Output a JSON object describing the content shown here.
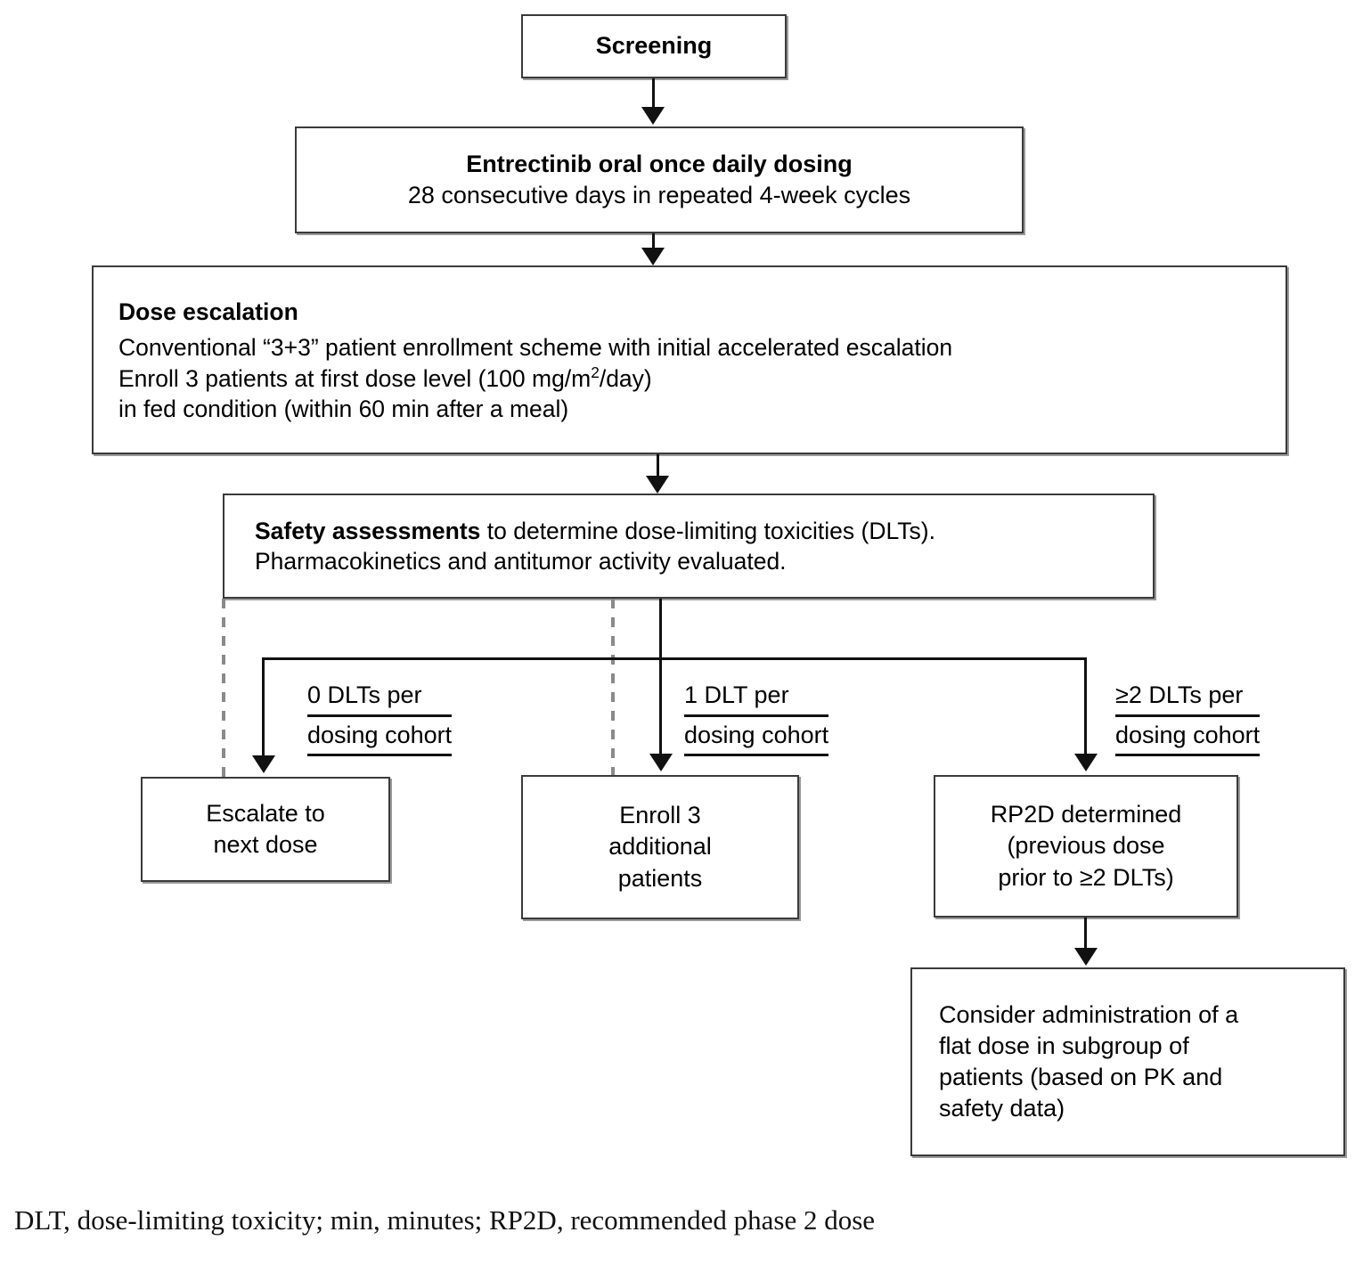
{
  "figure": {
    "type": "flowchart",
    "title": "Entrectinib phase 1 dose escalation study schema"
  },
  "boxes": {
    "screening": {
      "title": "Screening"
    },
    "dosing": {
      "line1": "Entrectinib oral once daily dosing",
      "line2": "28 consecutive days in repeated 4-week cycles"
    },
    "escalation": {
      "header": "Dose escalation",
      "line1": "Conventional “3+3” patient enrollment scheme with initial accelerated escalation",
      "line2_prefix": "Enroll 3 patients at first dose level (100 mg/m",
      "line2_sup": "2",
      "line2_suffix": "/day)",
      "line3": " in fed condition (within 60 min after a meal)"
    },
    "safety": {
      "line1_bold": "Safety assessments",
      "line1_rest": " to determine  dose-limiting toxicities (DLTs).",
      "line2": "Pharmacokinetics and antitumor activity evaluated."
    },
    "escalate_next": {
      "line1": "Escalate to",
      "line2": "next dose"
    },
    "enroll_additional": {
      "line1": "Enroll 3",
      "line2": "additional",
      "line3": "patients"
    },
    "rp2d": {
      "line1": "RP2D determined",
      "line2": "(previous dose",
      "line3": "prior to ≥2 DLTs)"
    },
    "flat_dose": {
      "line1": "Consider administration of a",
      "line2": "flat dose in subgroup of",
      "line3": "patients (based on PK and",
      "line4": "safety data)"
    }
  },
  "branch_labels": {
    "zero_dlt": {
      "line1": "0 DLTs per",
      "line2": "dosing cohort"
    },
    "one_dlt": {
      "line1": "1 DLT per",
      "line2": "dosing cohort"
    },
    "two_dlt": {
      "line1": "≥2 DLTs  per",
      "line2": "dosing cohort"
    }
  },
  "footnote": {
    "text": "DLT, dose-limiting toxicity; min, minutes; RP2D, recommended phase 2 dose"
  },
  "colors": {
    "box_border": "#3a3a3a",
    "box_shadow": "#9a9a9a",
    "line": "#111111",
    "dashed_line": "#8a8a8a",
    "background": "#ffffff",
    "text": "#000000"
  }
}
